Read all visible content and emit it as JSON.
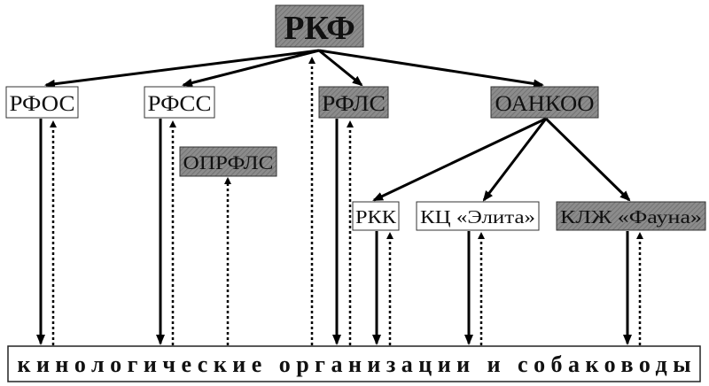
{
  "root": {
    "label": "РКФ"
  },
  "level1": [
    {
      "label": "РФОС",
      "shaded": false
    },
    {
      "label": "РФСС",
      "shaded": false
    },
    {
      "label": "РФЛС",
      "shaded": true
    },
    {
      "label": "ОАНКОО",
      "shaded": true
    }
  ],
  "sub_rfss": {
    "label": "ОПРФЛС",
    "shaded": true
  },
  "level2": [
    {
      "label": "РКК",
      "shaded": false
    },
    {
      "label": "КЦ «Элита»",
      "shaded": false
    },
    {
      "label": "КЛЖ «Фауна»",
      "shaded": true
    }
  ],
  "bottom": {
    "label": "кинологические организации и собаководы"
  },
  "colors": {
    "shade": "#8a8a8a",
    "line": "#000000"
  }
}
